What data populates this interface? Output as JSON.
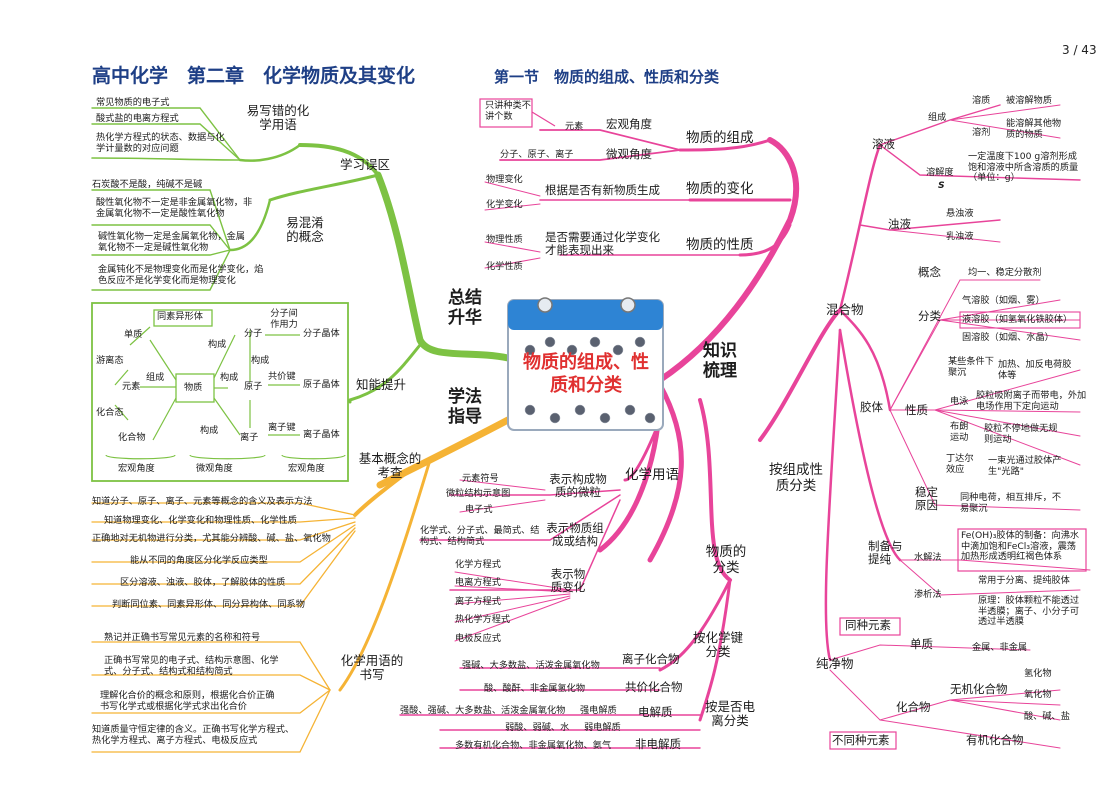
{
  "page": {
    "number": "3 / 43"
  },
  "header": {
    "title": "高中化学　第二章　化学物质及其变化",
    "subtitle": "第一节　物质的组成、性质和分类"
  },
  "colors": {
    "green": "#7dc243",
    "pink": "#e8449a",
    "orange": "#f5b335",
    "title": "#1e3f86",
    "center_red": "#e03030",
    "calendar_blue": "#2e84d4"
  },
  "center": {
    "text": "物质的组成、性质和分类"
  },
  "branches": {
    "zongjie": "总结升华",
    "xuefa": "学法指导",
    "zhishi": "知识梳理",
    "wuzhi_fenlei": "物质的分类",
    "zucheng_fenlei": "按组成性质分类"
  },
  "top_left": {
    "xuexi_wuqu": "学习误区",
    "yixiecuo": "易写错的化学用语",
    "yixiecuo_items": [
      "常见物质的电子式",
      "酸式盐的电离方程式",
      "热化学方程式的状态、数据与化学计量数的对应问题"
    ],
    "yihunxiao": "易混淆的概念",
    "yihunxiao_items": [
      "石炭酸不是酸，纯碱不是碱",
      "酸性氧化物不一定是非金属氧化物，非金属氧化物不一定是酸性氧化物",
      "碱性氧化物一定是金属氧化物，金属氧化物不一定是碱性氧化物",
      "金属钝化不是物理变化而是化学变化，焰色反应不是化学变化而是物理变化"
    ],
    "zhineng": "知能提升"
  },
  "relation_box": {
    "tongsuyi": "同素异形体",
    "danzhi": "单质",
    "youlitai": "游离态",
    "yuansu": "元素",
    "huahetai": "化合态",
    "huahewu": "化合物",
    "wuzhi": "物质",
    "zucheng": "组成",
    "goucheng": "构成",
    "fenzi": "分子",
    "yuanzi": "原子",
    "lizi": "离子",
    "fenzijian": "分子间作用力",
    "gongjiajian": "共价键",
    "lizijian": "离子键",
    "fenzijingti": "分子晶体",
    "yuanzijingti": "原子晶体",
    "lizijingti": "离子晶体",
    "hongguan": "宏观角度",
    "weiguan": "微观角度",
    "hongguan2": "宏观角度"
  },
  "bottom_left": {
    "jiben": "基本概念的考查",
    "jiben_items": [
      "知道分子、原子、离子、元素等概念的含义及表示方法",
      "知道物理变化、化学变化和物理性质、化学性质",
      "正确地对无机物进行分类，尤其能分辨酸、碱、盐、氧化物",
      "能从不同的角度区分化学反应类型",
      "区分溶液、浊液、胶体，了解胶体的性质",
      "判断同位素、同素异形体、同分异构体、同系物"
    ],
    "huaxue_shuxie": "化学用语的书写",
    "shuxie_items": [
      "熟记并正确书写常见元素的名称和符号",
      "正确书写常见的电子式、结构示意图、化学式、分子式、结构式和结构简式",
      "理解化合价的概念和原则，根据化合价正确书写化学式或根据化学式求出化合价",
      "知道质量守恒定律的含义。正确书写化学方程式、热化学方程式、离子方程式、电极反应式"
    ]
  },
  "top_center": {
    "note": "只讲种类不讲个数",
    "yuansu": "元素",
    "hongguan": "宏观角度",
    "fenzi_yuanzi": "分子、原子、离子",
    "weiguan": "微观角度",
    "zucheng": "物质的组成",
    "wuli_bianhua": "物理变化",
    "huaxue_bianhua": "化学变化",
    "biaozhun_bianhua": "根据是否有新物质生成",
    "bianhua": "物质的变化",
    "wuli_xingzhi": "物理性质",
    "huaxue_xingzhi": "化学性质",
    "biaozhun_xingzhi": "是否需要通过化学变化才能表现出来",
    "xingzhi": "物质的性质"
  },
  "yongyu": {
    "title": "化学用语",
    "weili": "表示构成物质的微粒",
    "weili_items": [
      "元素符号",
      "微粒结构示意图",
      "电子式"
    ],
    "zucheng": "表示物质组成或结构",
    "zucheng_item": "化学式、分子式、最简式、结构式、结构简式",
    "bianhua": "表示物质变化",
    "bianhua_items": [
      "化学方程式",
      "电离方程式",
      "离子方程式",
      "热化学方程式",
      "电极反应式"
    ]
  },
  "jian_fenlei": {
    "title": "按化学键分类",
    "lizi": "离子化合物",
    "lizi_desc": "强碱、大多数盐、活泼金属氧化物",
    "gongjia": "共价化合物",
    "gongjia_desc": "酸、酸酐、非金属氢化物"
  },
  "dianli_fenlei": {
    "title": "按是否电离分类",
    "dianjiezhi": "电解质",
    "qiang": "强电解质",
    "qiang_desc": "强酸、强碱、大多数盐、活泼金属氧化物",
    "ruo": "弱电解质",
    "ruo_desc": "弱酸、弱碱、水",
    "fei": "非电解质",
    "fei_desc": "多数有机化合物、非金属氧化物、氨气"
  },
  "right": {
    "hunhewu": "混合物",
    "rongye": "溶液",
    "zucheng": "组成",
    "rongzhi": "溶质",
    "rongzhi_desc": "被溶解物质",
    "rongji": "溶剂",
    "rongji_desc": "能溶解其他物质的物质",
    "rongjiedu": "溶解度",
    "rongjiedu_sym": "S",
    "rongjiedu_desc": "一定温度下100 g溶剂形成饱和溶液中所含溶质的质量（单位：g）",
    "zhuoye": "浊液",
    "xuanzhuo": "悬浊液",
    "ruzhuo": "乳浊液",
    "jiaoti": "胶体",
    "gainian": "概念",
    "gainian_desc": "均一、稳定分散剂",
    "fenlei": "分类",
    "qi": "气溶胶（如烟、雾）",
    "ye": "液溶胶（如氢氧化铁胶体）",
    "gu": "固溶胶（如烟、水晶）",
    "xingzhi": "性质",
    "juchen": "某些条件下聚沉",
    "juchen_desc": "加热、加反电荷胶体等",
    "dianyong": "电泳",
    "dianyong_desc": "胶粒吸附离子而带电，外加电场作用下定向运动",
    "bulang": "布朗运动",
    "bulang_desc": "胶粒不停地做无规则运动",
    "dingdaer": "丁达尔效应",
    "dingdaer_desc": "一束光通过胶体产生\"光路\"",
    "wending": "稳定原因",
    "wending_desc": "同种电荷，相互排斥，不易聚沉",
    "zhibei": "制备与提纯",
    "shuijie": "水解法",
    "shuijie_desc": "Fe(OH)₃胶体的制备：向沸水中滴加饱和FeCl₃溶液，震荡加热形成透明红褐色体系",
    "shenxi": "渗析法",
    "shenxi_use": "常用于分离、提纯胶体",
    "shenxi_desc": "原理：胶体颗粒不能透过半透膜；离子、小分子可透过半透膜",
    "chunjingwu": "纯净物",
    "tongzhong": "同种元素",
    "danzhi": "单质",
    "danzhi_desc": "金属、非金属",
    "butong": "不同种元素",
    "huahewu": "化合物",
    "wuji": "无机化合物",
    "qinghuawu": "氢化物",
    "yanghuawu": "氧化物",
    "suanjianyan": "酸、碱、盐",
    "youji": "有机化合物"
  }
}
